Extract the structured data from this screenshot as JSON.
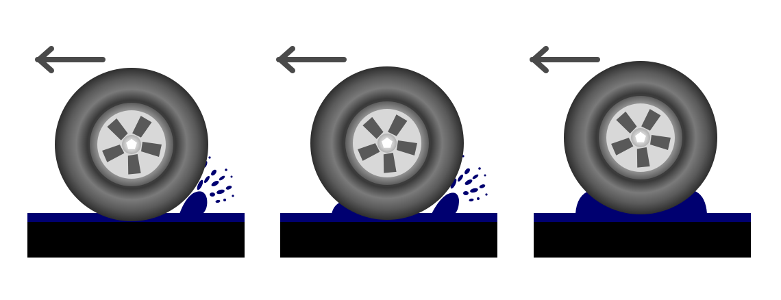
{
  "panels": [
    {
      "id": "panel-1",
      "water_state": "splash-front",
      "direction": "left"
    },
    {
      "id": "panel-2",
      "water_state": "bulge-and-splash",
      "direction": "left"
    },
    {
      "id": "panel-3",
      "water_state": "full-wedge",
      "direction": "left"
    }
  ],
  "colors": {
    "background": "#ffffff",
    "road": "#000000",
    "water": "#000070",
    "arrow": "#4a4a4a",
    "tire_dark": "#2a2a2a",
    "tire_mid": "#6a6a6a",
    "rim_light": "#f2f2f2",
    "rim_dark": "#5a5a5a"
  },
  "icons": {
    "direction": "left-arrow-icon",
    "wheel": "wheel-icon",
    "splash": "water-splash-icon"
  }
}
